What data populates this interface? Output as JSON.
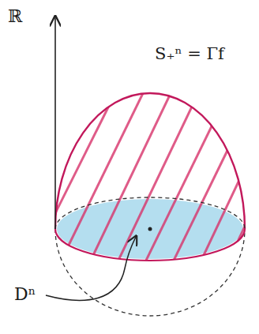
{
  "diagram": {
    "labels": [
      "ℝ",
      "S₊ⁿ = Γf",
      "Dⁿ"
    ]
  }
}
